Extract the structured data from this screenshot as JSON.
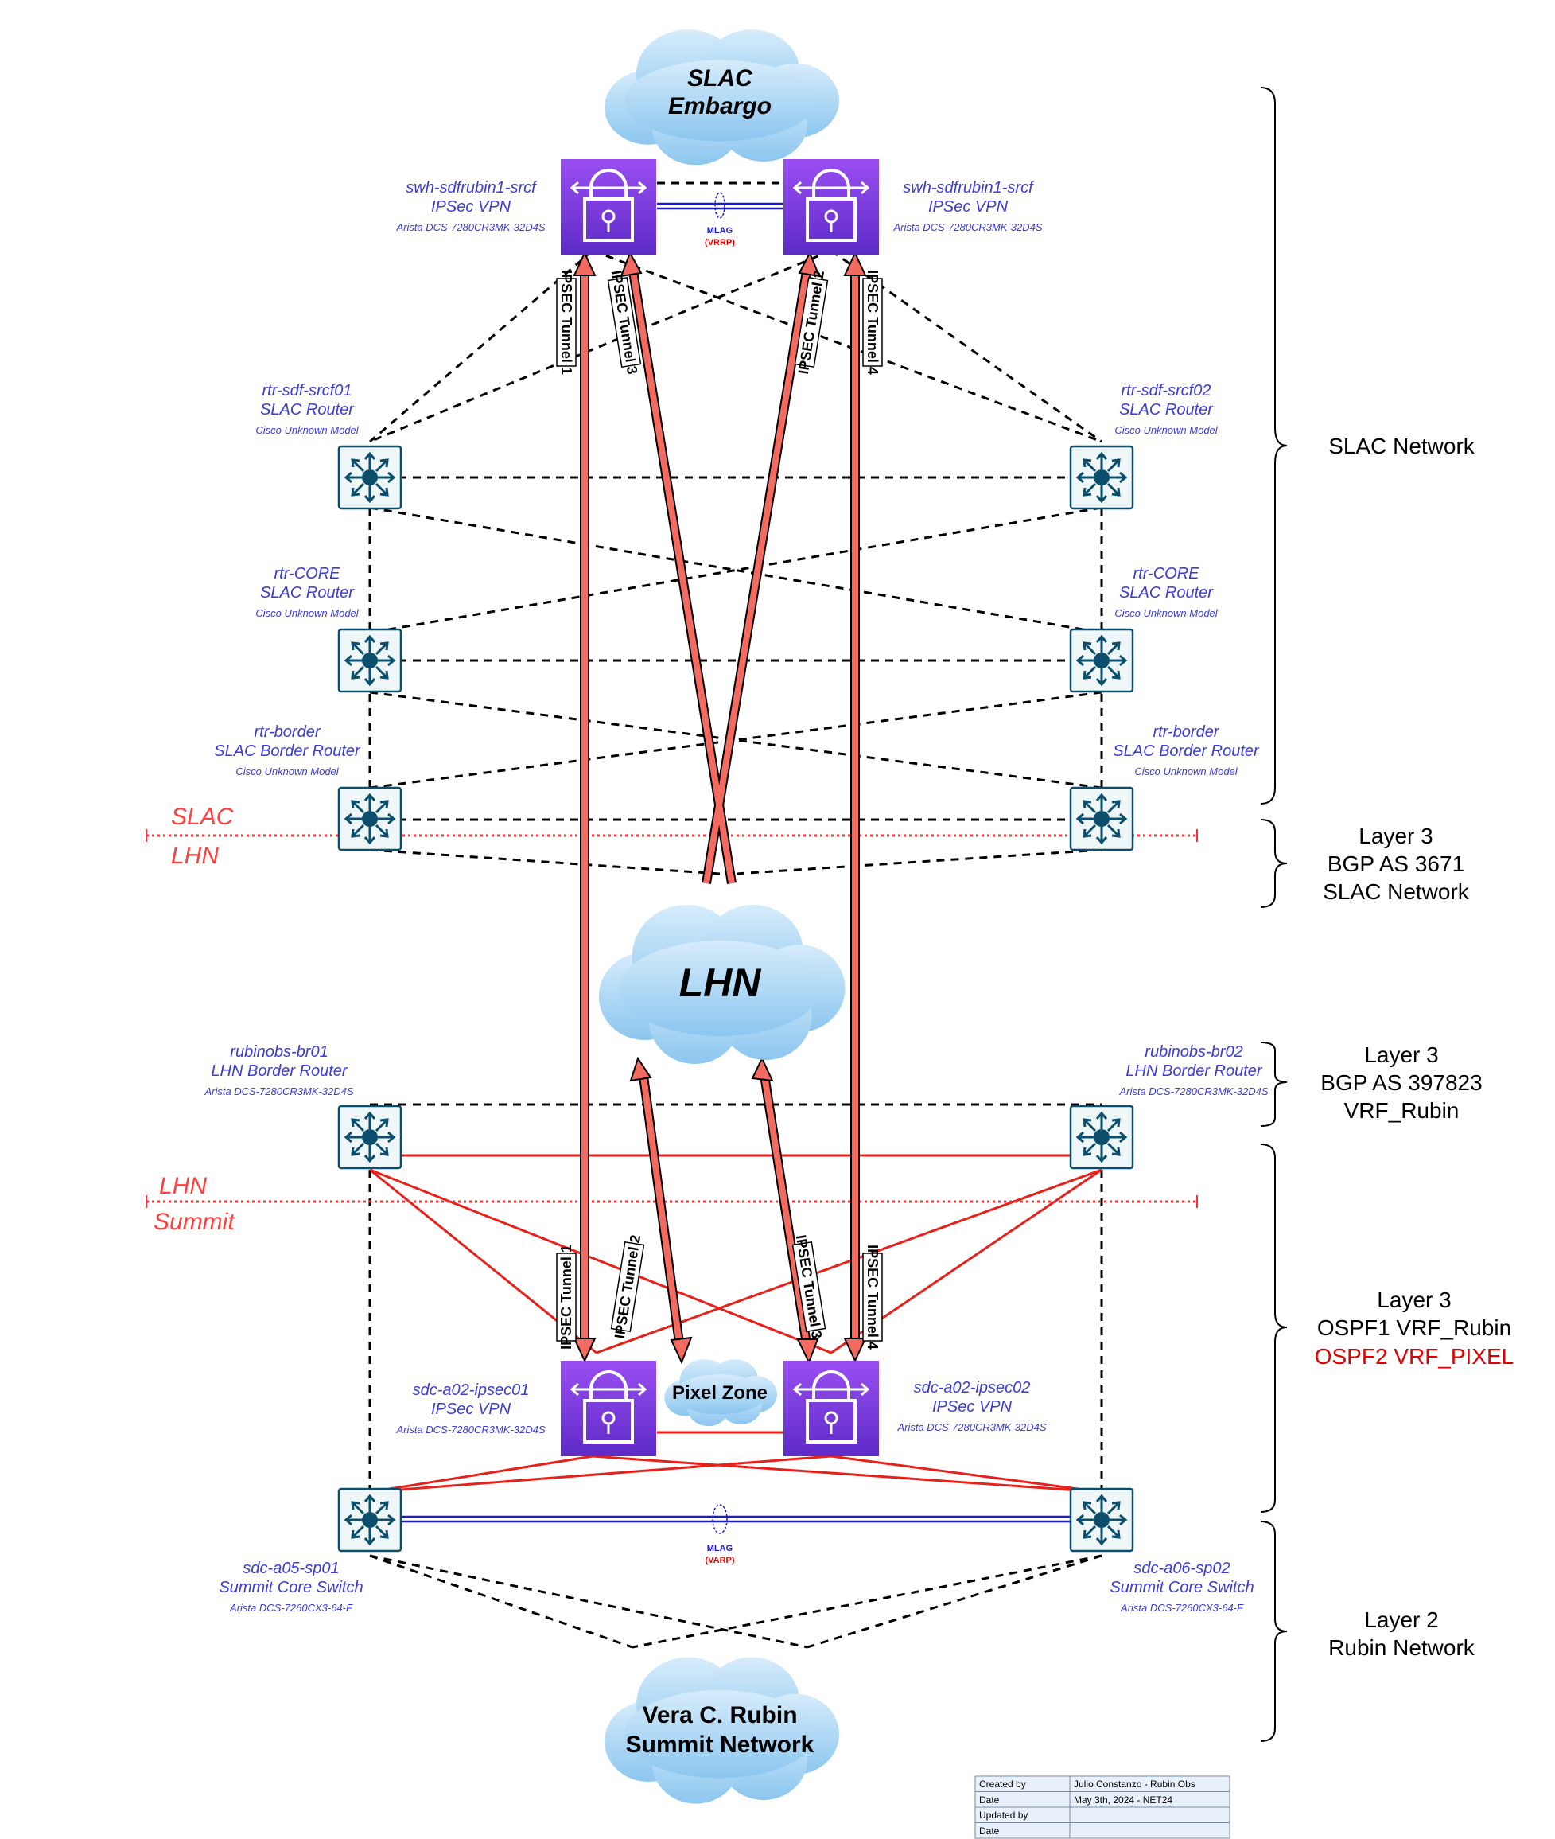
{
  "clouds": {
    "slac_embargo": [
      "SLAC",
      "Embargo"
    ],
    "lhn": "LHN",
    "pixel_zone": "Pixel Zone",
    "summit": [
      "Vera C. Rubin",
      "Summit Network"
    ]
  },
  "devices": {
    "swh1": {
      "name": "swh-sdfrubin1-srcf",
      "role": "IPSec VPN",
      "model": "Arista DCS-7280CR3MK-32D4S",
      "icon": "vpn-lock-icon"
    },
    "swh2": {
      "name": "swh-sdfrubin1-srcf",
      "role": "IPSec VPN",
      "model": "Arista DCS-7280CR3MK-32D4S",
      "icon": "vpn-lock-icon"
    },
    "srcf01": {
      "name": "rtr-sdf-srcf01",
      "role": "SLAC Router",
      "model": "Cisco Unknown Model",
      "icon": "router-icon"
    },
    "srcf02": {
      "name": "rtr-sdf-srcf02",
      "role": "SLAC Router",
      "model": "Cisco Unknown Model",
      "icon": "router-icon"
    },
    "core_l": {
      "name": "rtr-CORE",
      "role": "SLAC Router",
      "model": "Cisco Unknown Model",
      "icon": "router-icon"
    },
    "core_r": {
      "name": "rtr-CORE",
      "role": "SLAC Router",
      "model": "Cisco Unknown Model",
      "icon": "router-icon"
    },
    "border_l": {
      "name": "rtr-border",
      "role": "SLAC Border Router",
      "model": "Cisco Unknown Model",
      "icon": "router-icon"
    },
    "border_r": {
      "name": "rtr-border",
      "role": "SLAC Border Router",
      "model": "Cisco Unknown Model",
      "icon": "router-icon"
    },
    "br01": {
      "name": "rubinobs-br01",
      "role": "LHN Border Router",
      "model": "Arista DCS-7280CR3MK-32D4S",
      "icon": "router-icon"
    },
    "br02": {
      "name": "rubinobs-br02",
      "role": "LHN Border Router",
      "model": "Arista DCS-7280CR3MK-32D4S",
      "icon": "router-icon"
    },
    "ipsec01": {
      "name": "sdc-a02-ipsec01",
      "role": "IPSec VPN",
      "model": "Arista DCS-7280CR3MK-32D4S",
      "icon": "vpn-lock-icon"
    },
    "ipsec02": {
      "name": "sdc-a02-ipsec02",
      "role": "IPSec VPN",
      "model": "Arista DCS-7280CR3MK-32D4S",
      "icon": "vpn-lock-icon"
    },
    "sp01": {
      "name": "sdc-a05-sp01",
      "role": "Summit Core Switch",
      "model": "Arista DCS-7260CX3-64-F",
      "icon": "router-icon"
    },
    "sp02": {
      "name": "sdc-a06-sp02",
      "role": "Summit Core Switch",
      "model": "Arista DCS-7260CX3-64-F",
      "icon": "router-icon"
    }
  },
  "tunnels": {
    "top": [
      "IPSEC Tunnel 1",
      "IPSEC Tunnel 3",
      "IPSEC Tunnel 2",
      "IPSEC Tunnel 4"
    ],
    "bottom": [
      "IPSEC Tunnel 1",
      "IPSEC Tunnel 2",
      "IPSEC Tunnel 3",
      "IPSEC Tunnel 4"
    ]
  },
  "mlag": {
    "top": {
      "label": "MLAG",
      "sub": "(VRRP)"
    },
    "bottom": {
      "label": "MLAG",
      "sub": "(VARP)"
    }
  },
  "zones": {
    "slac_lhn": [
      "SLAC",
      "LHN"
    ],
    "lhn_summit": [
      "LHN",
      "Summit"
    ]
  },
  "right_labels": {
    "slac_network": "SLAC Network",
    "bgp_slac": [
      "Layer 3",
      "BGP AS 3671",
      "SLAC Network"
    ],
    "bgp_lhn": [
      "Layer 3",
      "BGP AS 397823",
      "VRF_Rubin"
    ],
    "ospf": [
      "Layer 3",
      "OSPF1 VRF_Rubin",
      "OSPF2 VRF_PIXEL"
    ],
    "layer2": [
      "Layer 2",
      "Rubin Network"
    ]
  },
  "info_table": [
    {
      "label": "Created by",
      "value": "Julio Constanzo - Rubin Obs"
    },
    {
      "label": "Date",
      "value": "May 3th, 2024 - NET24"
    },
    {
      "label": "Updated by",
      "value": ""
    },
    {
      "label": "Date",
      "value": ""
    }
  ],
  "colors": {
    "red_link": "#e8201a",
    "dash": "#000000",
    "vpn": "#7b3fd8",
    "router": "#0c4f6d",
    "label_blue": "#3b3bd6",
    "zone_red": "#ff4040"
  }
}
